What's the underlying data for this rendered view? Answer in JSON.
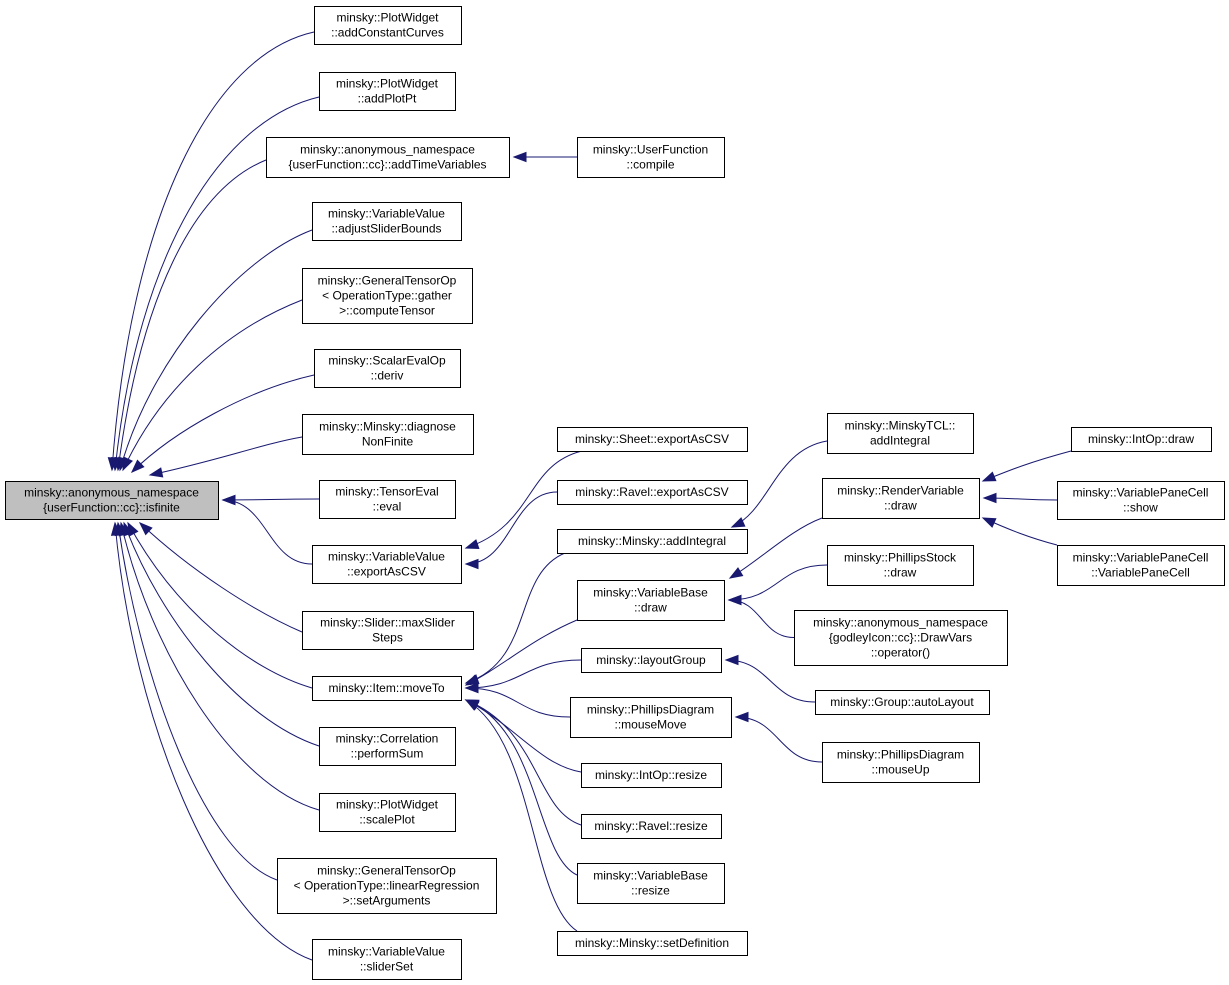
{
  "graph": {
    "root": "isfinite",
    "colors": {
      "edge": "#191970",
      "root_fill": "#bfbfbf",
      "node_fill": "#ffffff",
      "border": "#000000"
    },
    "nodes": [
      {
        "id": "isfinite",
        "lines": [
          "minsky::anonymous_namespace",
          "{userFunction::cc}::isfinite"
        ]
      },
      {
        "id": "addConstantCurves",
        "lines": [
          "minsky::PlotWidget",
          "::addConstantCurves"
        ]
      },
      {
        "id": "addPlotPt",
        "lines": [
          "minsky::PlotWidget",
          "::addPlotPt"
        ]
      },
      {
        "id": "addTimeVariables",
        "lines": [
          "minsky::anonymous_namespace",
          "{userFunction::cc}::addTimeVariables"
        ]
      },
      {
        "id": "compile",
        "lines": [
          "minsky::UserFunction",
          "::compile"
        ]
      },
      {
        "id": "adjustSliderBounds",
        "lines": [
          "minsky::VariableValue",
          "::adjustSliderBounds"
        ]
      },
      {
        "id": "computeTensor",
        "lines": [
          "minsky::GeneralTensorOp",
          "< OperationType::gather",
          ">::computeTensor"
        ]
      },
      {
        "id": "deriv",
        "lines": [
          "minsky::ScalarEvalOp",
          "::deriv"
        ]
      },
      {
        "id": "diagnoseNonFinite",
        "lines": [
          "minsky::Minsky::diagnose",
          "NonFinite"
        ]
      },
      {
        "id": "tensorEval",
        "lines": [
          "minsky::TensorEval",
          "::eval"
        ]
      },
      {
        "id": "vvExportAsCSV",
        "lines": [
          "minsky::VariableValue",
          "::exportAsCSV"
        ]
      },
      {
        "id": "maxSliderSteps",
        "lines": [
          "minsky::Slider::maxSlider",
          "Steps"
        ]
      },
      {
        "id": "moveTo",
        "lines": [
          "minsky::Item::moveTo"
        ]
      },
      {
        "id": "performSum",
        "lines": [
          "minsky::Correlation",
          "::performSum"
        ]
      },
      {
        "id": "scalePlot",
        "lines": [
          "minsky::PlotWidget",
          "::scalePlot"
        ]
      },
      {
        "id": "setArguments",
        "lines": [
          "minsky::GeneralTensorOp",
          "< OperationType::linearRegression",
          ">::setArguments"
        ]
      },
      {
        "id": "sliderSet",
        "lines": [
          "minsky::VariableValue",
          "::sliderSet"
        ]
      },
      {
        "id": "sheetExportAsCSV",
        "lines": [
          "minsky::Sheet::exportAsCSV"
        ]
      },
      {
        "id": "ravelExportAsCSV",
        "lines": [
          "minsky::Ravel::exportAsCSV"
        ]
      },
      {
        "id": "addIntegral",
        "lines": [
          "minsky::Minsky::addIntegral"
        ]
      },
      {
        "id": "vbDraw",
        "lines": [
          "minsky::VariableBase",
          "::draw"
        ]
      },
      {
        "id": "layoutGroup",
        "lines": [
          "minsky::layoutGroup"
        ]
      },
      {
        "id": "pdMouseMove",
        "lines": [
          "minsky::PhillipsDiagram",
          "::mouseMove"
        ]
      },
      {
        "id": "intOpResize",
        "lines": [
          "minsky::IntOp::resize"
        ]
      },
      {
        "id": "ravelResize",
        "lines": [
          "minsky::Ravel::resize"
        ]
      },
      {
        "id": "vbResize",
        "lines": [
          "minsky::VariableBase",
          "::resize"
        ]
      },
      {
        "id": "setDefinition",
        "lines": [
          "minsky::Minsky::setDefinition"
        ]
      },
      {
        "id": "tclAddIntegral",
        "lines": [
          "minsky::MinskyTCL::",
          "addIntegral"
        ]
      },
      {
        "id": "rvDraw",
        "lines": [
          "minsky::RenderVariable",
          "::draw"
        ]
      },
      {
        "id": "psDraw",
        "lines": [
          "minsky::PhillipsStock",
          "::draw"
        ]
      },
      {
        "id": "drawVars",
        "lines": [
          "minsky::anonymous_namespace",
          "{godleyIcon::cc}::DrawVars",
          "::operator()"
        ]
      },
      {
        "id": "autoLayout",
        "lines": [
          "minsky::Group::autoLayout"
        ]
      },
      {
        "id": "pdMouseUp",
        "lines": [
          "minsky::PhillipsDiagram",
          "::mouseUp"
        ]
      },
      {
        "id": "intOpDraw",
        "lines": [
          "minsky::IntOp::draw"
        ]
      },
      {
        "id": "vpcShow",
        "lines": [
          "minsky::VariablePaneCell",
          "::show"
        ]
      },
      {
        "id": "vpcCtor",
        "lines": [
          "minsky::VariablePaneCell",
          "::VariablePaneCell"
        ]
      }
    ],
    "edges": [
      {
        "from": "addConstantCurves",
        "to": "isfinite"
      },
      {
        "from": "addPlotPt",
        "to": "isfinite"
      },
      {
        "from": "addTimeVariables",
        "to": "isfinite"
      },
      {
        "from": "adjustSliderBounds",
        "to": "isfinite"
      },
      {
        "from": "computeTensor",
        "to": "isfinite"
      },
      {
        "from": "deriv",
        "to": "isfinite"
      },
      {
        "from": "diagnoseNonFinite",
        "to": "isfinite"
      },
      {
        "from": "tensorEval",
        "to": "isfinite"
      },
      {
        "from": "vvExportAsCSV",
        "to": "isfinite"
      },
      {
        "from": "maxSliderSteps",
        "to": "isfinite"
      },
      {
        "from": "moveTo",
        "to": "isfinite"
      },
      {
        "from": "performSum",
        "to": "isfinite"
      },
      {
        "from": "scalePlot",
        "to": "isfinite"
      },
      {
        "from": "setArguments",
        "to": "isfinite"
      },
      {
        "from": "sliderSet",
        "to": "isfinite"
      },
      {
        "from": "compile",
        "to": "addTimeVariables"
      },
      {
        "from": "sheetExportAsCSV",
        "to": "vvExportAsCSV"
      },
      {
        "from": "ravelExportAsCSV",
        "to": "vvExportAsCSV"
      },
      {
        "from": "addIntegral",
        "to": "moveTo"
      },
      {
        "from": "vbDraw",
        "to": "moveTo"
      },
      {
        "from": "layoutGroup",
        "to": "moveTo"
      },
      {
        "from": "pdMouseMove",
        "to": "moveTo"
      },
      {
        "from": "intOpResize",
        "to": "moveTo"
      },
      {
        "from": "ravelResize",
        "to": "moveTo"
      },
      {
        "from": "vbResize",
        "to": "moveTo"
      },
      {
        "from": "setDefinition",
        "to": "moveTo"
      },
      {
        "from": "tclAddIntegral",
        "to": "addIntegral"
      },
      {
        "from": "rvDraw",
        "to": "vbDraw"
      },
      {
        "from": "psDraw",
        "to": "vbDraw"
      },
      {
        "from": "drawVars",
        "to": "vbDraw"
      },
      {
        "from": "autoLayout",
        "to": "layoutGroup"
      },
      {
        "from": "pdMouseUp",
        "to": "pdMouseMove"
      },
      {
        "from": "intOpDraw",
        "to": "rvDraw"
      },
      {
        "from": "vpcShow",
        "to": "rvDraw"
      },
      {
        "from": "vpcCtor",
        "to": "rvDraw"
      }
    ]
  }
}
